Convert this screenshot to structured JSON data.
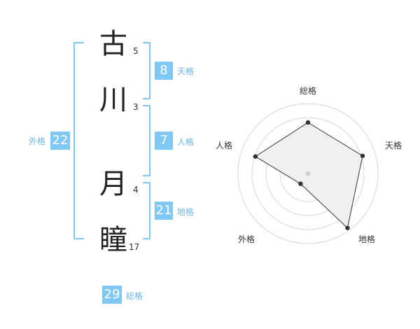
{
  "name": {
    "chars": [
      {
        "char": "古",
        "strokes": "5"
      },
      {
        "char": "川",
        "strokes": "3"
      },
      {
        "char": "月",
        "strokes": "4"
      },
      {
        "char": "瞳",
        "strokes": "17"
      }
    ]
  },
  "kaku": {
    "tenkaku": {
      "value": "8",
      "label": "天格"
    },
    "jinkaku": {
      "value": "7",
      "label": "人格"
    },
    "chikaku": {
      "value": "21",
      "label": "地格"
    },
    "gaikaku": {
      "value": "22",
      "label": "外格"
    },
    "soukaku": {
      "value": "29",
      "label": "総格"
    }
  },
  "colors": {
    "accent": "#7fc8f5",
    "accent_text": "#6ab7e9",
    "radar_fill": "#eeeeee",
    "radar_line": "#333333"
  },
  "chart_data": {
    "type": "radar",
    "axes": [
      "総格",
      "天格",
      "地格",
      "外格",
      "人格"
    ],
    "values": [
      0.73,
      0.82,
      0.96,
      0.18,
      0.79
    ],
    "range": [
      0,
      1
    ],
    "grid": true,
    "rings": 5
  }
}
